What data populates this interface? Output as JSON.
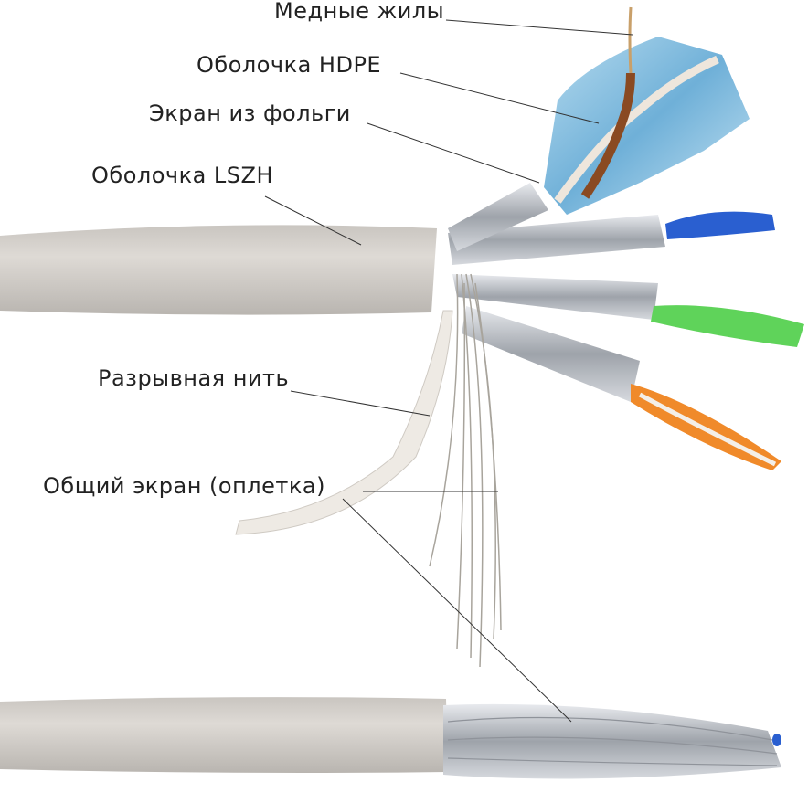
{
  "labels": {
    "copper": "Медные жилы",
    "hdpe": "Оболочка HDPE",
    "foil": "Экран из фольги",
    "lszh": "Оболочка LSZH",
    "ripcord": "Разрывная нить",
    "braid": "Общий экран (оплетка)"
  },
  "colors": {
    "jacket": "#cfcbc6",
    "foil": "#b8bcc2",
    "blue_foil": "#8ec3e0",
    "pair_blue": "#2a5fd0",
    "pair_green": "#5fd35a",
    "pair_orange": "#f08a2a",
    "pair_brown": "#8a4a22"
  }
}
